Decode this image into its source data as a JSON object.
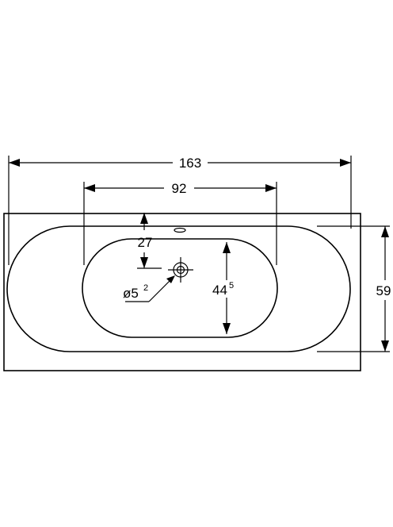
{
  "dimensions": {
    "overall_length": "163",
    "bowl_length": "92",
    "tap_offset": "27",
    "overflow_diameter_prefix": "ø5",
    "overflow_diameter_sup": "2",
    "bowl_width_main": "44",
    "bowl_width_sup": "5",
    "overall_width": "59"
  }
}
